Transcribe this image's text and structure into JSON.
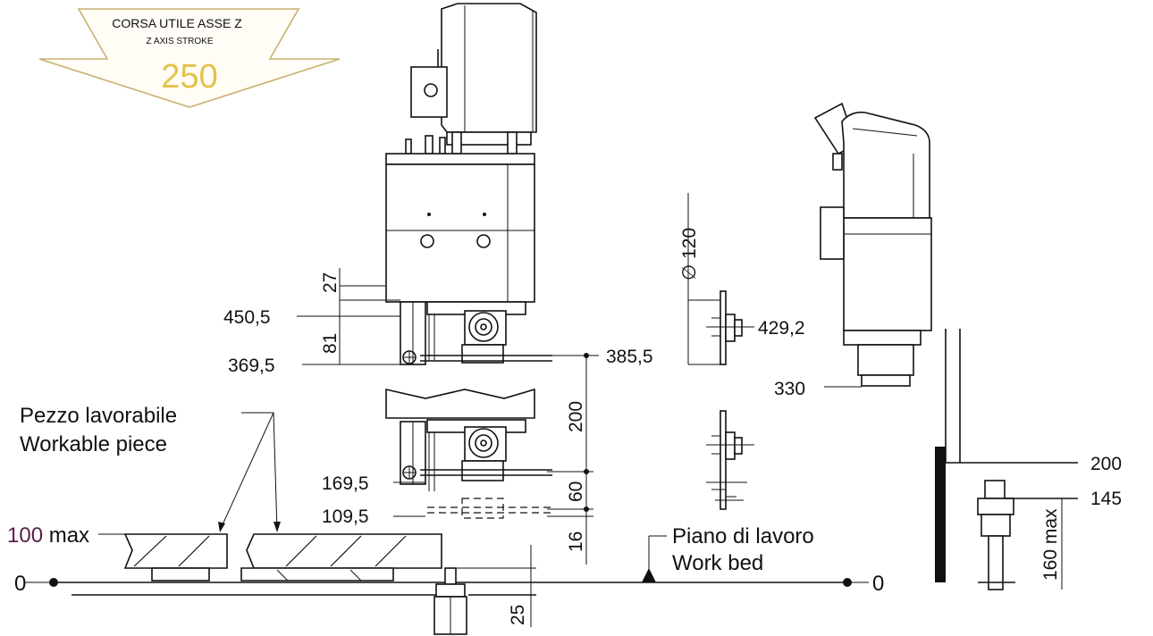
{
  "badge": {
    "title_it": "CORSA UTILE ASSE Z",
    "title_en": "Z AXIS STROKE",
    "value": "250",
    "color_fill": "#fffdf6",
    "color_stroke": "#c8b070",
    "color_value": "#e2c34a"
  },
  "labels": {
    "workpiece_it": "Pezzo lavorabile",
    "workpiece_en": "Workable piece",
    "max_value": "100",
    "max_suffix": " max",
    "max_value_color": "#5a1f4a",
    "workbed_it": "Piano di lavoro",
    "workbed_en": "Work bed",
    "zero_left": "0",
    "zero_right": "0"
  },
  "dimensions": {
    "d_450_5": "450,5",
    "d_369_5": "369,5",
    "d_27": "27",
    "d_81": "81",
    "d_385_5": "385,5",
    "d_200_v": "200",
    "d_169_5": "169,5",
    "d_60": "60",
    "d_109_5": "109,5",
    "d_16": "16",
    "d_25": "25",
    "d_phi_120": "∅ 120",
    "d_429_2": "429,2",
    "d_330": "330",
    "d_200_r": "200",
    "d_145": "145",
    "d_160max": "160 max"
  }
}
